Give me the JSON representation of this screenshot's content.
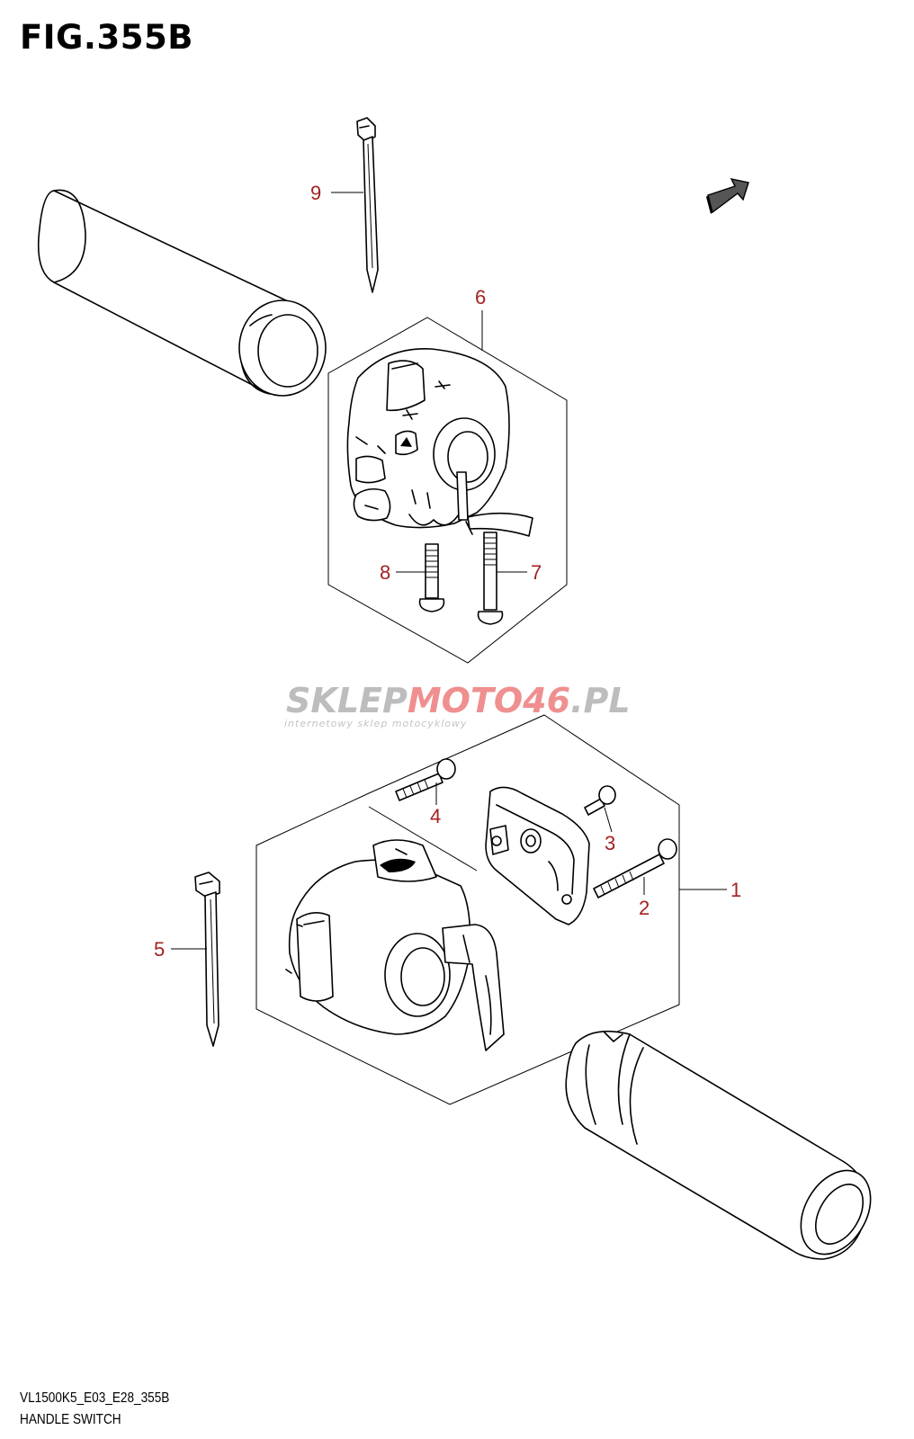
{
  "figure": {
    "title": "FIG.355B"
  },
  "callouts": [
    {
      "number": "1"
    },
    {
      "number": "2"
    },
    {
      "number": "3"
    },
    {
      "number": "4"
    },
    {
      "number": "5"
    },
    {
      "number": "6"
    },
    {
      "number": "7"
    },
    {
      "number": "8"
    },
    {
      "number": "9"
    }
  ],
  "watermark": {
    "brand_main": "SKLEP",
    "brand_accent": "MOTO46",
    "brand_suffix": ".PL",
    "tagline": "internetowy sklep motocyklowy"
  },
  "footer": {
    "model_code": "VL1500K5_E03_E28_355B",
    "caption": "HANDLE SWITCH"
  },
  "colors": {
    "callout": "#a32121",
    "watermark_gray": "#bdbdbd",
    "watermark_accent": "#ef8f8f"
  }
}
